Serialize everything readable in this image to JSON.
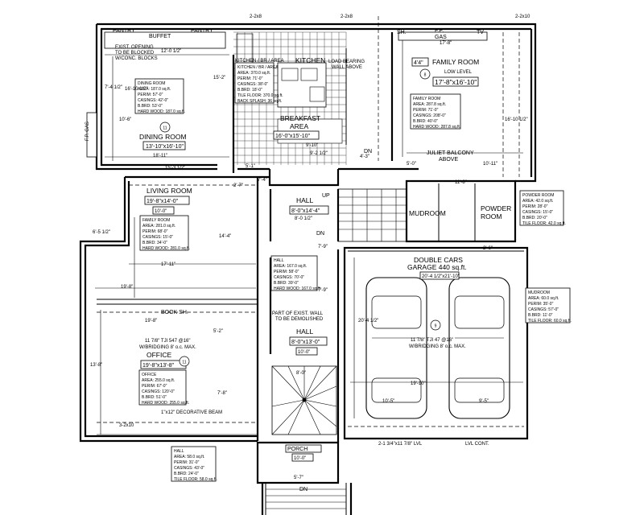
{
  "rooms": {
    "dining": {
      "name": "DINING ROOM",
      "size": "13'-10\"x16'-10\"",
      "num": "11"
    },
    "kitchen": {
      "name": "KITCHEN"
    },
    "breakfast": {
      "name": "BREAKFAST",
      "name2": "AREA",
      "size": "16'-0\"x15'-10\""
    },
    "family": {
      "name": "FAMILY ROOM",
      "level": "LOW LEVEL",
      "size": "17'-8\"x16'-10\"",
      "tag": "4'4\"",
      "num": "8"
    },
    "living": {
      "name": "LIVING ROOM",
      "size": "19'-8\"x14'-0\"",
      "ceiling": "10'-0\""
    },
    "hall_up": {
      "name": "HALL",
      "size": "8'-0\"x14'-4\"",
      "size2": "8'-0 1/2\""
    },
    "mudroom": {
      "name": "MUDROOM"
    },
    "powder": {
      "name": "POWDER",
      "name2": "ROOM"
    },
    "garage": {
      "name": "DOUBLE CARS",
      "name2": "GARAGE 440 sq.ft.",
      "dim": "20'-4 1/2\"x21'-10\"",
      "num": "9"
    },
    "office": {
      "name": "OFFICE",
      "size": "19'-8\"x13'-8\"",
      "num": "11",
      "joist": "11 7/8\" TJI 547 @16\"",
      "bridging": "W/BRIDGING 8' o.c. MAX."
    },
    "hall_low": {
      "name": "HALL",
      "size": "8'-0\"x13'-0\"",
      "ceiling": "10'-0\""
    },
    "porch": {
      "name": "PORCH",
      "ceiling": "10'-0\""
    }
  },
  "labels": {
    "pantry_left": "PANTRY",
    "buffet": "BUFFET",
    "pantry_right": "PANTRY",
    "sh": "SH.",
    "fp_gas": "F.P.",
    "gas": "GAS",
    "tv": "TV",
    "opening1": "EXIST. OPENING",
    "opening2": "TO BE BLOCKED",
    "opening3": "W/CONC. BLOCKS",
    "kitchen_area": "KITCHEN / BR / AREA",
    "load1": "LOAD BEARING",
    "load2": "WALL ABOVE",
    "juliet1": "JULIET BALCONY",
    "juliet2": "ABOVE",
    "up": "UP",
    "dn": "DN",
    "dn2": "DN",
    "dn3": "DN",
    "book_sh": "BOOK SH.",
    "demo1": "PART OF EXIST. WALL",
    "demo2": "TO BE DEMOLISHED",
    "beam": "1\"x12\" DECORATIVE BEAM",
    "lvl": "2-1 3/4\"x11 7/8\" LVL",
    "lvl_cont": "LVL CONT.",
    "fp_gas_side": "F.P. GAS",
    "beam_top1": "2-2x8",
    "beam_top2": "2-2x8",
    "beam_right": "2-2x10",
    "garage_joist": "11 7/8\" TJI 47 @16\"",
    "garage_bridging": "W/BRIDGING 8' o.c. MAX."
  },
  "dims": {
    "d_12_0": "12'-0 1/2\"",
    "d_7_4": "7'-4 1/2\"",
    "d_10_6": "10'-6\"",
    "d_16_10": "16'-10 1/2\"",
    "d_15_2": "15'-2\"",
    "d_18_11": "18'-11\"",
    "d_15_3": "15'-3 1/2\"",
    "d_5_1": "5'-1\"",
    "d_9_2": "9'-2 1/2\"",
    "d_9_10": "9'-10\"",
    "d_5_0": "5'-0\"",
    "d_10_11": "10'-11\"",
    "d_4_3": "4'-3\"",
    "d_17_8": "17'-8\"",
    "d_16_10b": "16'-10 1/2\"",
    "d_7_4b": "7'-4\"",
    "d_2_7": "2'-7\"",
    "d_6_5": "6'-5 1/2\"",
    "d_17_11": "17'-11\"",
    "d_19_8": "19'-8\"",
    "d_19_8b": "19'-8\"",
    "d_13_8": "13'-8\"",
    "d_7_8": "7'-8\"",
    "d_5_2": "5'-2\"",
    "d_3_2x10": "3-2x10",
    "d_7_9": "7'-9\"",
    "d_7_9b": "7'-9\"",
    "d_2_6": "2'-6\"",
    "d_20_4": "20'-4 1/2\"",
    "d_19_10": "19'-10\"",
    "d_10_5": "10'-5\"",
    "d_9_5": "9'-5\"",
    "d_8_0": "8'-0\"",
    "d_5_7": "5'-7\"",
    "d_14_4": "14'-4\"",
    "d_11_8": "11'-8\""
  },
  "info": {
    "dining": {
      "title": "DINING ROOM",
      "lines": [
        "AREA: 187.0 sq.ft.",
        "PERIM: 57'-0\"",
        "CASINGS: 42'-0\"",
        "B.BRD: 53'-0\"",
        "HARD WOOD: 187.0 sq.ft."
      ]
    },
    "kitchen": {
      "title": "KITCHEN / BR / AREA",
      "lines": [
        "AREA: 370.0 sq.ft.",
        "PERIM: 71'-0\"",
        "CASINGS: 38'-0\"",
        "B.BRD: 18'-0\"",
        "TILE FLOOR: 370.0 sq.ft.",
        "BACK SPLASH: 36 sq.ft."
      ]
    },
    "family": {
      "title": "FAMILY ROOM",
      "lines": [
        "AREA: 287.8 sq.ft.",
        "PERIM: 71'-0\"",
        "CASINGS: 208'-0\"",
        "B.BRD: 40'-0\"",
        "HARD WOOD: 287.8 sq.ft."
      ]
    },
    "living": {
      "title": "FAMILY ROOM",
      "lines": [
        "AREA: 281.0 sq.ft.",
        "PERIM: 68'-0\"",
        "CASINGS: 15'-0\"",
        "B.BRD: 34'-0\"",
        "HARD WOOD: 281.0 sq.ft."
      ]
    },
    "hall": {
      "title": "HALL",
      "lines": [
        "AREA: 167.0 sq.ft.",
        "PERIM: 58'-0\"",
        "CASINGS: 70'-0\"",
        "B.BRD: 39'-0\"",
        "HARD WOOD: 167.0 sq.ft."
      ]
    },
    "office": {
      "title": "OFFICE",
      "lines": [
        "AREA: 255.0 sq.ft.",
        "PERIM: 67'-0\"",
        "CASINGS: 120'-0\"",
        "B.BRD: 51'-0\"",
        "HARD WOOD: 255.0 sq.ft."
      ]
    },
    "powder": {
      "title": "POWDER ROOM",
      "lines": [
        "AREA: 42.0 sq.ft.",
        "PERIM: 28'-0\"",
        "CASINGS: 15'-0\"",
        "B.BRD: 20'-0\"",
        "TILE FLOOR: 42.0 sq.ft."
      ]
    },
    "mudroom": {
      "title": "MUDROOM",
      "lines": [
        "AREA: 60.0 sq.ft.",
        "PERIM: 35'-0\"",
        "CASINGS: 57'-0\"",
        "B.BRD: 11'-0\"",
        "TILE FLOOR: 60.0 sq.ft."
      ]
    },
    "hall_low": {
      "title": "HALL",
      "lines": [
        "AREA: 58.0 sq.ft.",
        "PERIM: 31'-0\"",
        "CASINGS: 43'-0\"",
        "B.BRD: 24'-0\"",
        "TILE FLOOR: 58.0 sq.ft."
      ]
    }
  }
}
